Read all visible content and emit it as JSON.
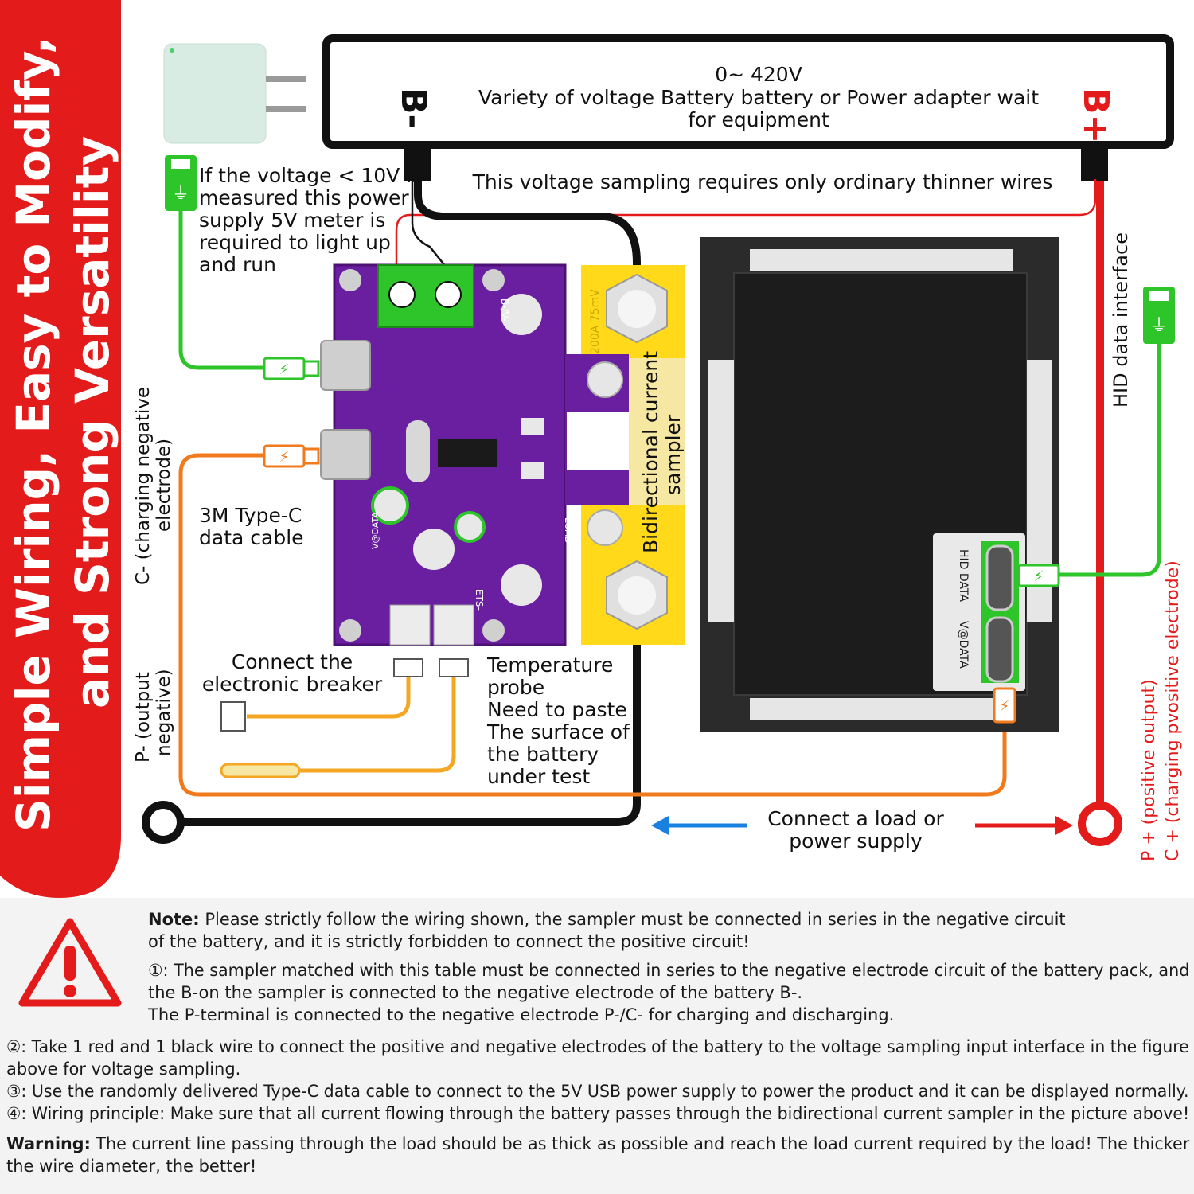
{
  "side_banner": {
    "line1": "Simple Wiring, Easy to Modify,",
    "line2": "and Strong Versatility",
    "color": "#e31b1b"
  },
  "battery_box": {
    "voltage": "0~ 420V",
    "line2": "Variety of voltage Battery battery or Power adapter wait",
    "line3": "for equipment",
    "neg_label": "B-",
    "pos_label": "B+"
  },
  "voltage_sampling_note": "This voltage sampling requires only ordinary thinner wires",
  "power_note": [
    "If the voltage < 10V is",
    "measured this power",
    "supply 5V meter is",
    "required to light up",
    "and run"
  ],
  "cable_label": [
    "3M Type-C",
    "data cable"
  ],
  "c_minus_label": [
    "C- (charging negative",
    "electrode)"
  ],
  "p_minus_label": [
    "P- (output",
    "negative)"
  ],
  "breaker_label": [
    "Connect the",
    "electronic breaker"
  ],
  "temp_label": [
    "Temperature",
    "probe",
    "Need to paste",
    "The surface of",
    "the battery",
    "under test"
  ],
  "sampler_label": [
    "Bidirectional current",
    "sampler"
  ],
  "sampler_rating": "200A 75mV",
  "hid_label": "HID data interface",
  "display_ports": {
    "hid": "HID DATA",
    "vdata": "V@DATA"
  },
  "load_label": [
    "Connect a load or",
    "power supply"
  ],
  "p_plus_label": [
    "P + (positive output)",
    "C + (charging pvositive electrode)"
  ],
  "board_text": {
    "bv": "B-/V-",
    "load": "LOAD-",
    "vdata": "V@DATA",
    "ets": "ETS-"
  },
  "notes": {
    "note_bold": "Note:",
    "note_line1": " Please strictly follow the wiring shown, the sampler must be connected in series in the negative circuit",
    "note_line2": "of the battery, and it is strictly forbidden to connect the positive circuit!",
    "item1_line1": "①: The sampler matched with this table must be connected in series to the negative electrode circuit of the battery pack, and",
    "item1_line2": "the B-on the sampler is connected to the negative electrode of the battery B-.",
    "item1_line3": "The P-terminal is connected to the negative electrode P-/C- for charging and discharging.",
    "item2_line1": "②: Take 1 red and 1 black wire to connect the positive and negative electrodes of the battery to the voltage sampling input interface in the figure",
    "item2_line2": "above for voltage sampling.",
    "item3": "③: Use the randomly delivered Type-C data cable to connect to the 5V USB power supply to power the product and it can be displayed normally.",
    "item4": "④: Wiring principle: Make sure that all current flowing through the battery passes through the bidirectional current sampler in the picture above!",
    "warning_bold": "Warning:",
    "warning_line1": " The current line passing through the load should be as thick as possible and reach the load current required by the load! The thicker",
    "warning_line2": "the wire diameter, the better!"
  },
  "icons": [
    "power-adapter-icon",
    "usb-icon",
    "lightning-icon",
    "warning-icon",
    "temperature-probe-icon",
    "connector-icon",
    "arrow-left-icon",
    "arrow-right-icon"
  ],
  "colors": {
    "red": "#e31b1b",
    "green": "#2ec52a",
    "orange": "#f07a1c",
    "purple": "#6a1fa0",
    "yellow": "#ffd91a",
    "blue": "#1a80e0",
    "black": "#111111"
  }
}
